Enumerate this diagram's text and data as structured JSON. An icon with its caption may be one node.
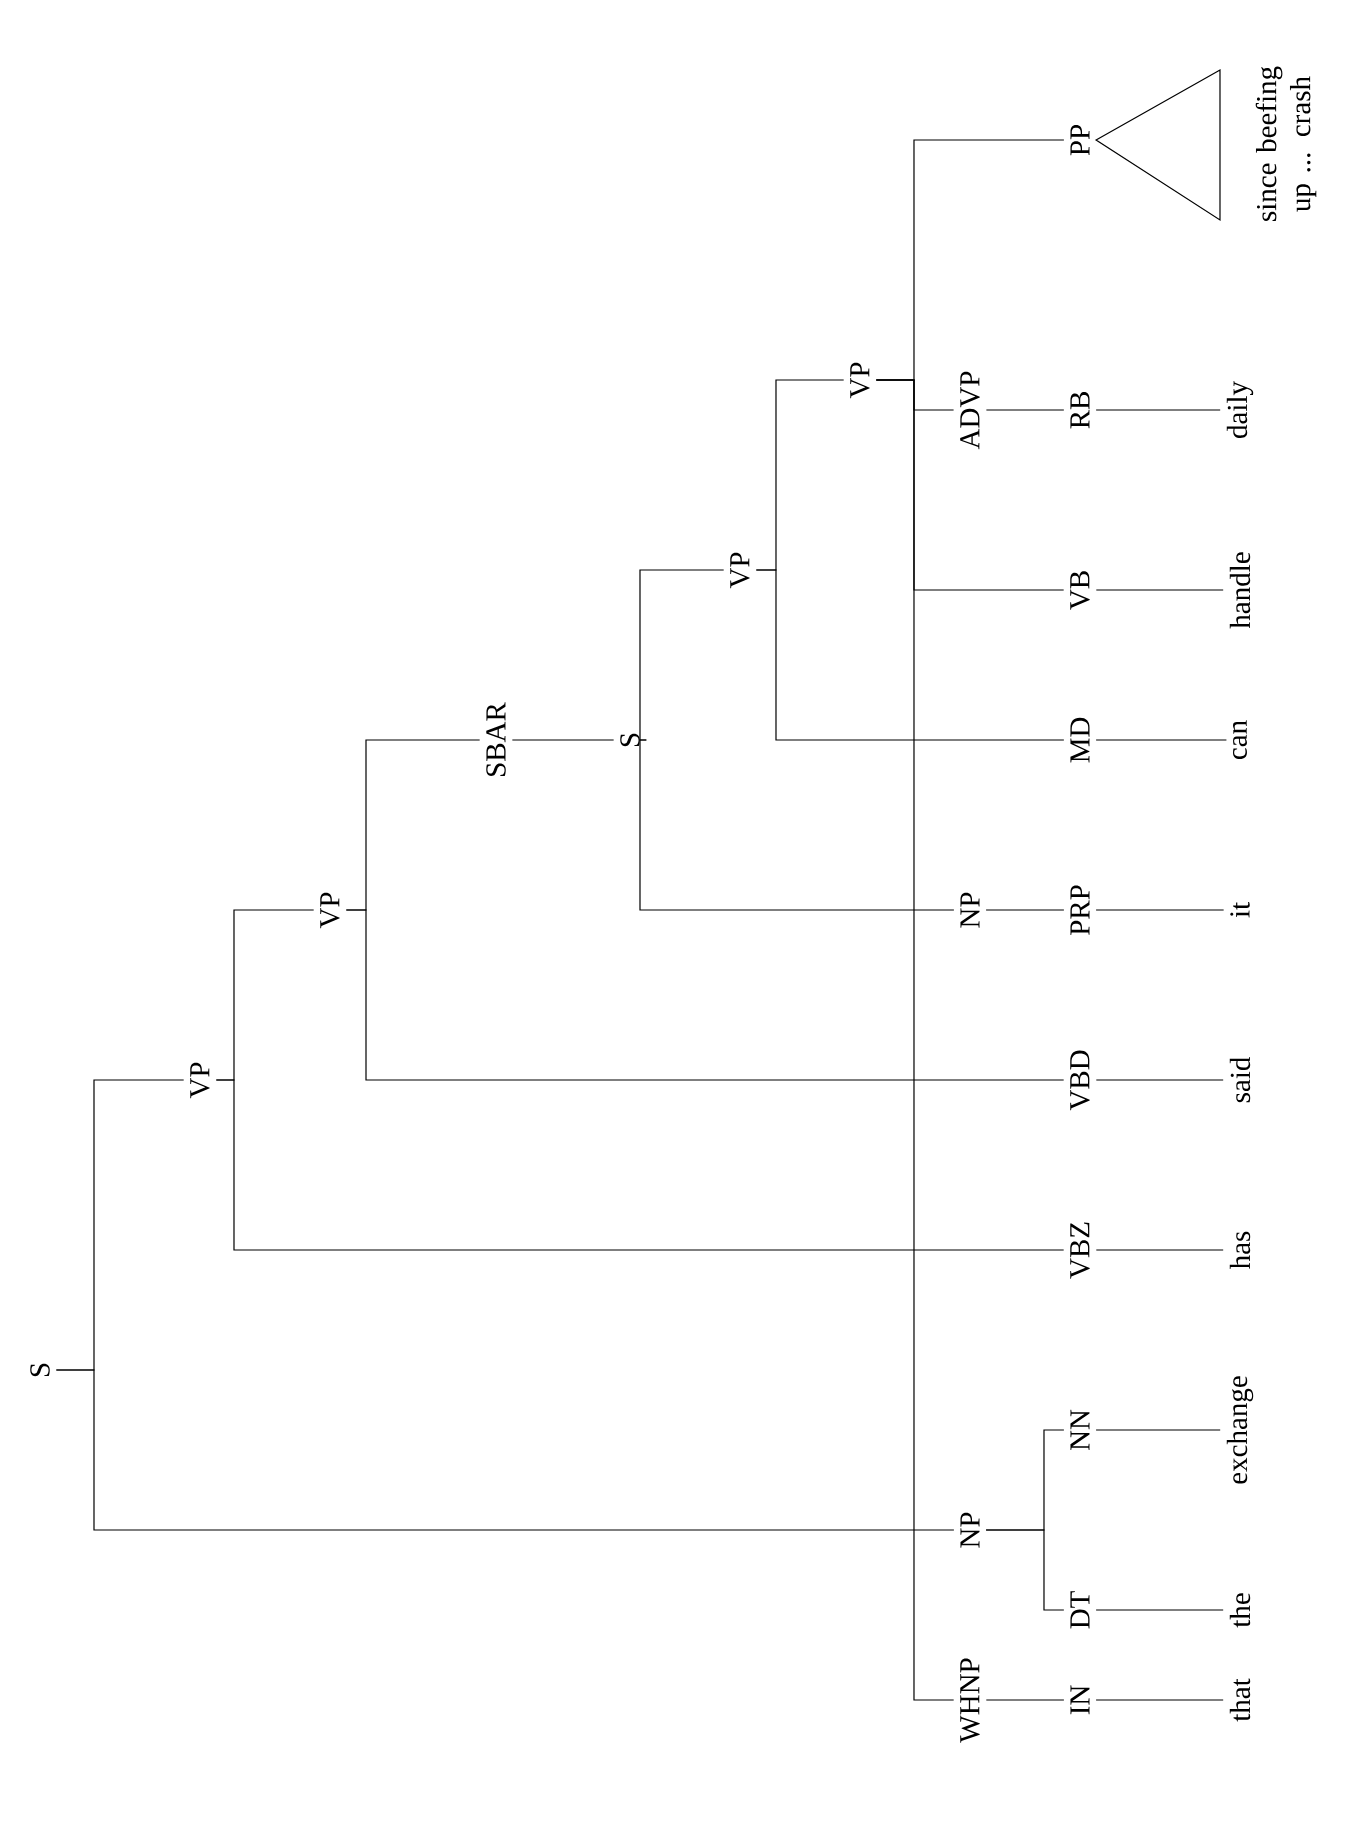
{
  "diagram": {
    "nodes": [
      {
        "text": [
          "S"
        ]
      },
      {
        "text": [
          "VP"
        ]
      },
      {
        "text": [
          "VBZ"
        ]
      },
      {
        "text": [
          "has"
        ]
      },
      {
        "text": [
          "VP"
        ]
      },
      {
        "text": [
          "VBD"
        ]
      },
      {
        "text": [
          "said"
        ]
      },
      {
        "text": [
          "SBAR"
        ]
      },
      {
        "text": [
          "S"
        ]
      },
      {
        "text": [
          "NP"
        ]
      },
      {
        "text": [
          "PRP"
        ]
      },
      {
        "text": [
          "it"
        ]
      },
      {
        "text": [
          "VP"
        ]
      },
      {
        "text": [
          "MD"
        ]
      },
      {
        "text": [
          "can"
        ]
      },
      {
        "text": [
          "VP"
        ]
      },
      {
        "text": [
          "VB"
        ]
      },
      {
        "text": [
          "handle"
        ]
      },
      {
        "text": [
          "ADVP"
        ]
      },
      {
        "text": [
          "RB"
        ]
      },
      {
        "text": [
          "daily"
        ]
      },
      {
        "text": [
          "PP"
        ]
      },
      {
        "text": [
          "since beefing up ... crash"
        ]
      },
      {
        "text": [
          "WHNP"
        ]
      },
      {
        "text": [
          "IN"
        ]
      },
      {
        "text": [
          "that"
        ]
      },
      {
        "text": [
          "NP"
        ]
      },
      {
        "text": [
          "DT"
        ]
      },
      {
        "text": [
          "the"
        ]
      },
      {
        "text": [
          "NN"
        ]
      },
      {
        "text": [
          "exchange"
        ]
      }
    ],
    "edges": [
      {
        "from": 0,
        "to": 1,
        "arrow": "none"
      },
      {
        "from": 0,
        "to": 26,
        "arrow": "none"
      },
      {
        "from": 1,
        "to": 2,
        "arrow": "none"
      },
      {
        "from": 1,
        "to": 4,
        "arrow": "none"
      },
      {
        "from": 2,
        "to": 3,
        "arrow": "none"
      },
      {
        "from": 4,
        "to": 5,
        "arrow": "none"
      },
      {
        "from": 4,
        "to": 7,
        "arrow": "none"
      },
      {
        "from": 5,
        "to": 6,
        "arrow": "none"
      },
      {
        "from": 7,
        "to": 8,
        "arrow": "none"
      },
      {
        "from": 8,
        "to": 9,
        "arrow": "none"
      },
      {
        "from": 8,
        "to": 12,
        "arrow": "none"
      },
      {
        "from": 9,
        "to": 10,
        "arrow": "none"
      },
      {
        "from": 10,
        "to": 11,
        "arrow": "none"
      },
      {
        "from": 12,
        "to": 13,
        "arrow": "none"
      },
      {
        "from": 12,
        "to": 15,
        "arrow": "none"
      },
      {
        "from": 13,
        "to": 14,
        "arrow": "none"
      },
      {
        "from": 15,
        "to": 16,
        "arrow": "none"
      },
      {
        "from": 15,
        "to": 18,
        "arrow": "none"
      },
      {
        "from": 15,
        "to": 21,
        "arrow": "none"
      },
      {
        "from": 15,
        "to": 23,
        "arrow": "none"
      },
      {
        "from": 16,
        "to": 17,
        "arrow": "none"
      },
      {
        "from": 18,
        "to": 19,
        "arrow": "none"
      },
      {
        "from": 19,
        "to": 20,
        "arrow": "none"
      },
      {
        "from": 21,
        "to": 22,
        "arrow": "none"
      },
      {
        "from": 23,
        "to": 24,
        "arrow": "none"
      },
      {
        "from": 24,
        "to": 25,
        "arrow": "none"
      },
      {
        "from": 26,
        "to": 27,
        "arrow": "none"
      },
      {
        "from": 26,
        "to": 29,
        "arrow": "none"
      },
      {
        "from": 27,
        "to": 28,
        "arrow": "none"
      },
      {
        "from": 29,
        "to": 30,
        "arrow": "none"
      }
    ]
  }
}
